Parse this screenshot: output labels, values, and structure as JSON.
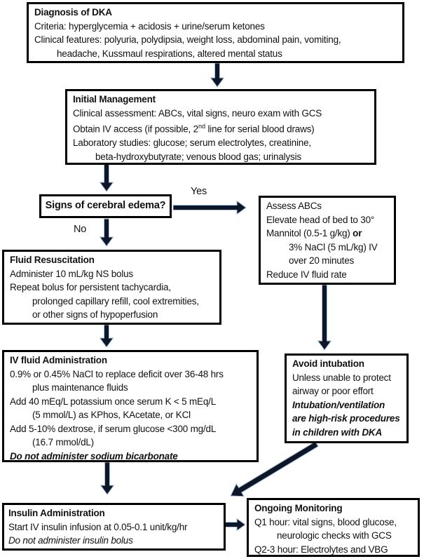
{
  "diagram": {
    "labels": {
      "yes": "Yes",
      "no": "No"
    },
    "colors": {
      "arrow": "#0f1628",
      "arrow_halo": "#a7c6e0",
      "border": "#000000",
      "background": "#ffffff"
    },
    "boxes": {
      "diagnosis": {
        "title": "Diagnosis of DKA",
        "lines": [
          {
            "text": "Criteria: hyperglycemia + acidosis + urine/serum ketones"
          },
          {
            "text": "Clinical features: polyuria, polydipsia, weight loss, abdominal pain, vomiting,"
          },
          {
            "text": "headache, Kussmaul respirations, altered mental status",
            "indent": true
          }
        ]
      },
      "initial_management": {
        "title": "Initial Management",
        "lines": [
          {
            "text": "Clinical assessment: ABCs, vital signs, neuro exam with GCS"
          },
          {
            "segments": [
              {
                "text": "Obtain IV access (if possible, 2"
              },
              {
                "text": "nd",
                "style": "sup"
              },
              {
                "text": " line for serial blood draws)"
              }
            ]
          },
          {
            "text": "Laboratory studies: glucose; serum electrolytes, creatinine,"
          },
          {
            "text": "beta-hydroxybutyrate; venous blood gas; urinalysis",
            "indent": true
          }
        ]
      },
      "cerebral_edema_question": {
        "title": "Signs of cerebral edema?",
        "lines": []
      },
      "assess_abcs": {
        "title": "",
        "lines": [
          {
            "text": "Assess ABCs"
          },
          {
            "text": "Elevate head of bed to 30°"
          },
          {
            "segments": [
              {
                "text": "Mannitol (0.5-1 g/kg) "
              },
              {
                "text": "or",
                "style": "bold"
              }
            ]
          },
          {
            "text": "3% NaCl (5 mL/kg) IV",
            "indent": true
          },
          {
            "text": "over 20 minutes",
            "indent": true
          },
          {
            "text": "Reduce IV fluid rate"
          }
        ]
      },
      "fluid_resuscitation": {
        "title": "Fluid Resuscitation",
        "lines": [
          {
            "text": "Administer 10 mL/kg NS bolus"
          },
          {
            "text": "Repeat bolus for persistent tachycardia,"
          },
          {
            "text": "prolonged capillary refill, cool extremities,",
            "indent": true
          },
          {
            "text": "or other signs of hypoperfusion",
            "indent": true
          }
        ]
      },
      "iv_fluid_administration": {
        "title": "IV fluid Administration",
        "lines": [
          {
            "text": "0.9% or 0.45% NaCl to replace deficit over 36-48 hrs"
          },
          {
            "text": "plus maintenance fluids",
            "indent": true
          },
          {
            "text": "Add 40 mEq/L potassium once serum K < 5 mEq/L"
          },
          {
            "text": "(5 mmol/L) as KPhos, KAcetate, or KCl",
            "indent": true
          },
          {
            "text": "Add 5-10% dextrose, if serum glucose <300 mg/dL"
          },
          {
            "text": "(16.7 mmol/dL)",
            "indent": true
          },
          {
            "text": "Do not administer sodium bicarbonate",
            "style": "bold-italic"
          }
        ]
      },
      "avoid_intubation": {
        "title": "Avoid intubation",
        "lines": [
          {
            "text": "Unless unable to protect"
          },
          {
            "text": "airway or poor effort"
          },
          {
            "text": "Intubation/ventilation",
            "style": "bold-italic"
          },
          {
            "text": "are high-risk procedures",
            "style": "bold-italic"
          },
          {
            "text": "in children with DKA",
            "style": "bold-italic"
          }
        ]
      },
      "insulin_administration": {
        "title": "Insulin Administration",
        "lines": [
          {
            "text": "Start IV insulin infusion at 0.05-0.1 unit/kg/hr"
          },
          {
            "text": "Do not administer insulin bolus",
            "style": "italic"
          }
        ]
      },
      "ongoing_monitoring": {
        "title": "Ongoing Monitoring",
        "lines": [
          {
            "text": "Q1 hour: vital signs, blood glucose,"
          },
          {
            "text": "neurologic checks with GCS",
            "indent": true
          },
          {
            "text": "Q2-3 hour: Electrolytes and VBG"
          }
        ]
      }
    }
  }
}
